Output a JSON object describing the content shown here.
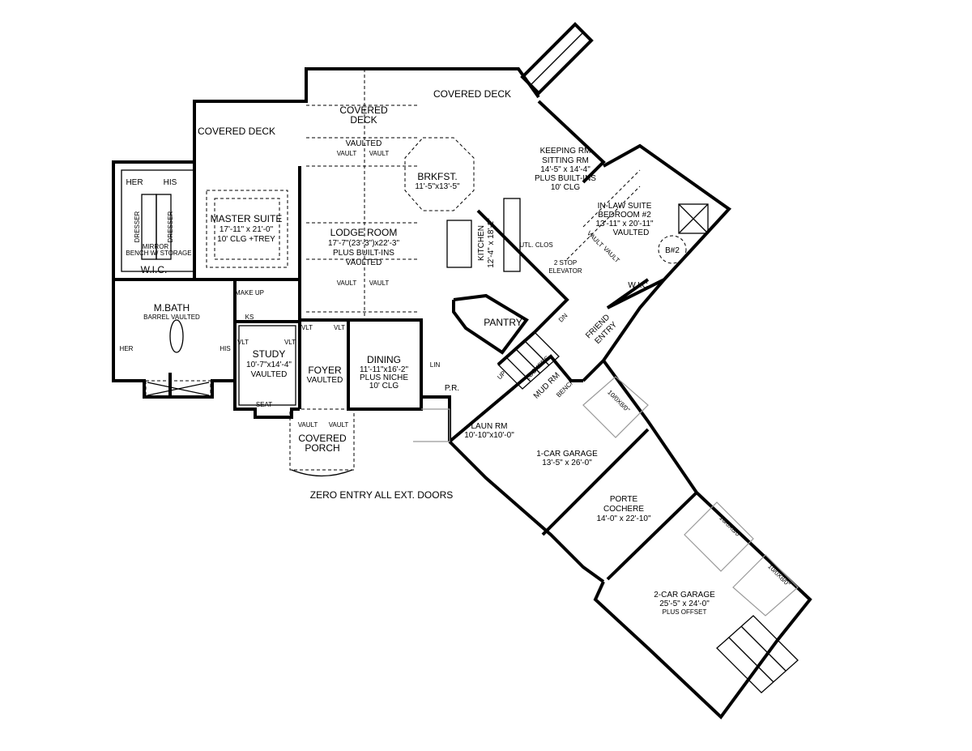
{
  "rooms": {
    "covered_deck_left": {
      "name": "COVERED DECK"
    },
    "covered_deck_center": {
      "name": "COVERED",
      "name2": "DECK",
      "ceiling": "VAULTED",
      "vault": "VAULT",
      "vault2": "VAULT"
    },
    "covered_deck_right": {
      "name": "COVERED DECK"
    },
    "wic_master": {
      "name": "W.I.C.",
      "her": "HER",
      "his": "HIS",
      "dresser": "DRESSER",
      "mirror": "MIRROR",
      "bench": "BENCH W/ STORAGE"
    },
    "master_suite": {
      "name": "MASTER SUITE",
      "dims": "17'-11\" x 21'-0\"",
      "ceiling": "10' CLG +TREY"
    },
    "m_bath": {
      "name": "M.BATH",
      "ceiling": "BARREL VAULTED",
      "her": "HER",
      "his": "HIS"
    },
    "make_up": {
      "name": "MAKE UP",
      "ks": "KS"
    },
    "study": {
      "name": "STUDY",
      "dims": "10'-7\"x14'-4\"",
      "ceiling": "VAULTED",
      "vlt": "VLT",
      "seat": "SEAT"
    },
    "foyer": {
      "name": "FOYER",
      "ceiling": "VAULTED",
      "vlt": "VLT"
    },
    "lodge_room": {
      "name": "LODGE ROOM",
      "dims": "17'-7\"(23'-3\")x22'-3\"",
      "extra": "PLUS BUILT-INS",
      "ceiling": "VAULTED",
      "vault": "VAULT"
    },
    "dining": {
      "name": "DINING",
      "dims": "11'-11\"x16'-2\"",
      "extra": "PLUS NICHE",
      "ceiling": "10' CLG"
    },
    "brkfst": {
      "name": "BRKFST.",
      "dims": "11'-5\"x13'-5\""
    },
    "kitchen": {
      "name": "KITCHEN",
      "dims": "12'-4\" x 18'-2\""
    },
    "keeping_rm": {
      "name": "KEEPING RM",
      "name2": "SITTING RM",
      "dims": "14'-5\" x 14'-4\"",
      "extra": "PLUS BUILT-INS",
      "ceiling": "10' CLG"
    },
    "in_law_suite": {
      "name": "IN-LAW SUITE",
      "name2": "BEDROOM #2",
      "dims": "13'-11\" x 20'-11\"",
      "ceiling": "VAULTED",
      "vault": "VAULT"
    },
    "bath_2": {
      "name": "B#2"
    },
    "wic_2": {
      "name": "W.I.C."
    },
    "utl_clos": {
      "name": "UTL. CLOS"
    },
    "elevator": {
      "name": "2 STOP",
      "name2": "ELEVATOR"
    },
    "pantry": {
      "name": "PANTRY"
    },
    "friend_entry": {
      "name": "FRIEND",
      "name2": "ENTRY"
    },
    "mud_rm": {
      "name": "MUD RM",
      "lockers": "LOCKERS",
      "bench": "BENCH"
    },
    "stairs": {
      "up": "UP",
      "dn": "DN"
    },
    "lin": {
      "name": "LIN"
    },
    "pr": {
      "name": "P.R."
    },
    "laun_rm": {
      "name": "LAUN RM",
      "dims": "10'-10\"x10'-0\""
    },
    "covered_porch": {
      "name": "COVERED",
      "name2": "PORCH",
      "vault": "VAULT"
    },
    "garage_1": {
      "name": "1-CAR GARAGE",
      "dims": "13'-5\" x 26'-0\"",
      "door": "10/0X8/0\""
    },
    "porte_cochere": {
      "name": "PORTE",
      "name2": "COCHERE",
      "dims": "14'-0\" x 22'-10\""
    },
    "garage_2": {
      "name": "2-CAR GARAGE",
      "dims": "25'-5\" x 24'-0\"",
      "extra": "PLUS OFFSET",
      "door": "10/0X8/0\""
    }
  },
  "note": "ZERO ENTRY ALL EXT. DOORS"
}
